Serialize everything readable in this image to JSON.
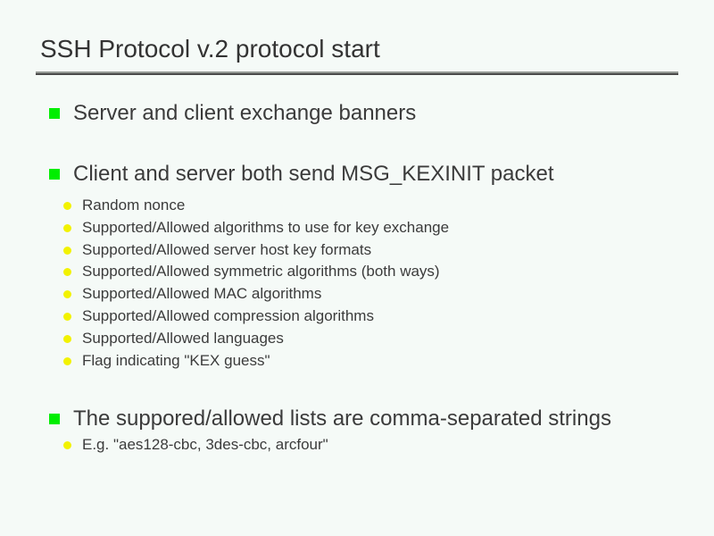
{
  "slide": {
    "title": "SSH Protocol v.2 protocol start",
    "background_color": "#f5faf7",
    "text_color": "#3b3b3b",
    "bullet_l1_color": "#00ee00",
    "bullet_l2_color": "#f2f200",
    "rule_color": "#949894",
    "bullets": [
      {
        "level": 1,
        "text": "Server and client exchange banners",
        "marker": "green-square-bullet-icon"
      },
      {
        "level": 1,
        "text": "Client and server both send MSG_KEXINIT packet",
        "marker": "green-square-bullet-icon"
      },
      {
        "level": 2,
        "text": "Random nonce",
        "marker": "yellow-dot-bullet-icon"
      },
      {
        "level": 2,
        "text": "Supported/Allowed algorithms to use for key exchange",
        "marker": "yellow-dot-bullet-icon"
      },
      {
        "level": 2,
        "text": "Supported/Allowed server host key formats",
        "marker": "yellow-dot-bullet-icon"
      },
      {
        "level": 2,
        "text": "Supported/Allowed symmetric algorithms (both ways)",
        "marker": "yellow-dot-bullet-icon"
      },
      {
        "level": 2,
        "text": "Supported/Allowed MAC algorithms",
        "marker": "yellow-dot-bullet-icon"
      },
      {
        "level": 2,
        "text": "Supported/Allowed compression algorithms",
        "marker": "yellow-dot-bullet-icon"
      },
      {
        "level": 2,
        "text": "Supported/Allowed languages",
        "marker": "yellow-dot-bullet-icon"
      },
      {
        "level": 2,
        "text": "Flag indicating \"KEX guess\"",
        "marker": "yellow-dot-bullet-icon"
      },
      {
        "level": 1,
        "text": "The suppored/allowed lists are comma-separated strings",
        "marker": "green-square-bullet-icon"
      },
      {
        "level": 2,
        "text": "E.g. \"aes128-cbc, 3des-cbc, arcfour\"",
        "marker": "yellow-dot-bullet-icon"
      }
    ]
  }
}
